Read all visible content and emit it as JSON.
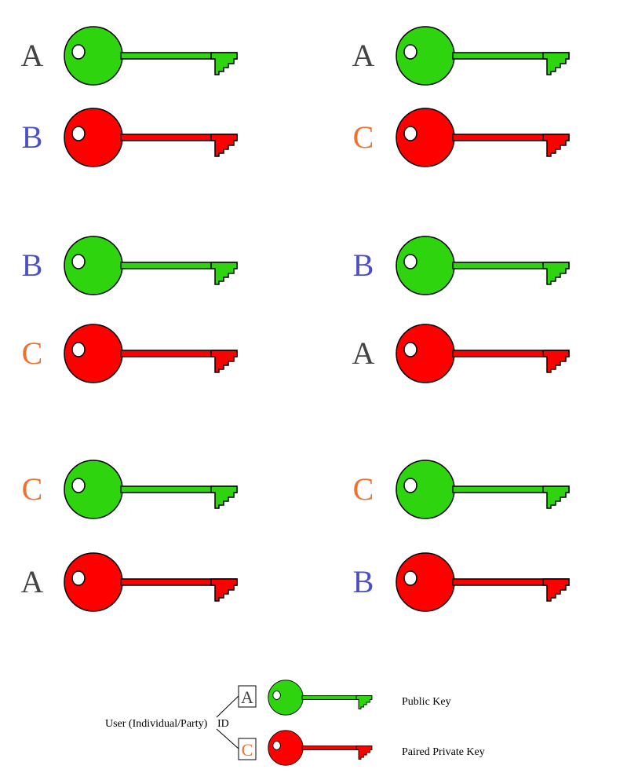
{
  "colors": {
    "public_key": "#2ed40e",
    "private_key": "#ff0000",
    "outline": "#000000"
  },
  "letter_colors": {
    "A": "#444444",
    "B": "#4a4fc6",
    "C": "#f07030"
  },
  "pairs": [
    {
      "public": {
        "label": "A",
        "color": "A"
      },
      "private": {
        "label": "B",
        "color": "B"
      }
    },
    {
      "public": {
        "label": "A",
        "color": "A"
      },
      "private": {
        "label": "C",
        "color": "C"
      }
    },
    {
      "public": {
        "label": "B",
        "color": "B"
      },
      "private": {
        "label": "C",
        "color": "C"
      }
    },
    {
      "public": {
        "label": "B",
        "color": "B"
      },
      "private": {
        "label": "A",
        "color": "A"
      }
    },
    {
      "public": {
        "label": "C",
        "color": "C"
      },
      "private": {
        "label": "A",
        "color": "A"
      }
    },
    {
      "public": {
        "label": "C",
        "color": "C"
      },
      "private": {
        "label": "B",
        "color": "B"
      }
    }
  ],
  "legend": {
    "user_label": "User (Individual/Party)",
    "id_label": "ID",
    "public_letter": "A",
    "private_letter": "C",
    "public_key_label": "Public Key",
    "private_key_label": "Paired Private Key"
  }
}
